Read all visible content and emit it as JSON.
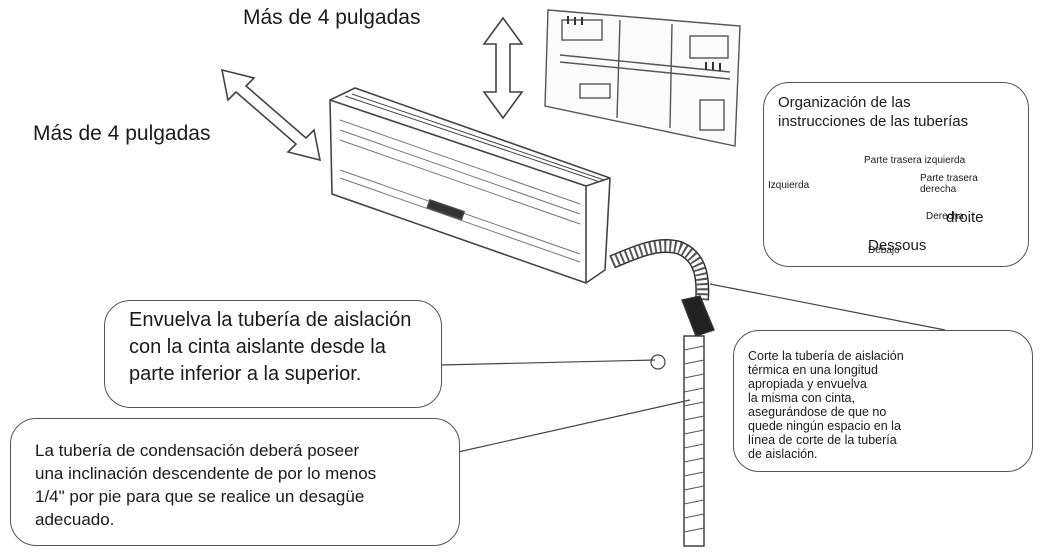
{
  "labels": {
    "clearance_top": "Más de 4 pulgadas",
    "clearance_side": "Más de 4 pulgadas"
  },
  "pipe_directions": {
    "title_lines": [
      "Organización de las",
      "instrucciones de las tuberías"
    ],
    "rear_left": "Parte trasera izquierda",
    "left": "Izquierda",
    "rear_right_lines": [
      "Parte trasera",
      "derecha"
    ],
    "right": "Derecha",
    "overlay_right": "droite",
    "overlay_bottom": "Dessous",
    "bottom": "Debajo"
  },
  "wrap_note": {
    "lines": [
      "Envuelva la tubería de aislación",
      "con la cinta aislante desde la",
      "parte inferior a la superior."
    ]
  },
  "drain_note": {
    "lines": [
      "La tubería de condensación deberá poseer",
      "una inclinación descendente de por lo menos",
      "1/4\" por pie para que se realice un desagüe",
      "adecuado."
    ]
  },
  "cut_note": {
    "lines": [
      "Corte la tubería de aislación",
      "térmica en una longitud",
      "apropiada y envuelva",
      "la misma con cinta,",
      "asegurándose de que no",
      "quede ningún espacio en la",
      "línea de corte de la tubería",
      "de aislación."
    ]
  }
}
